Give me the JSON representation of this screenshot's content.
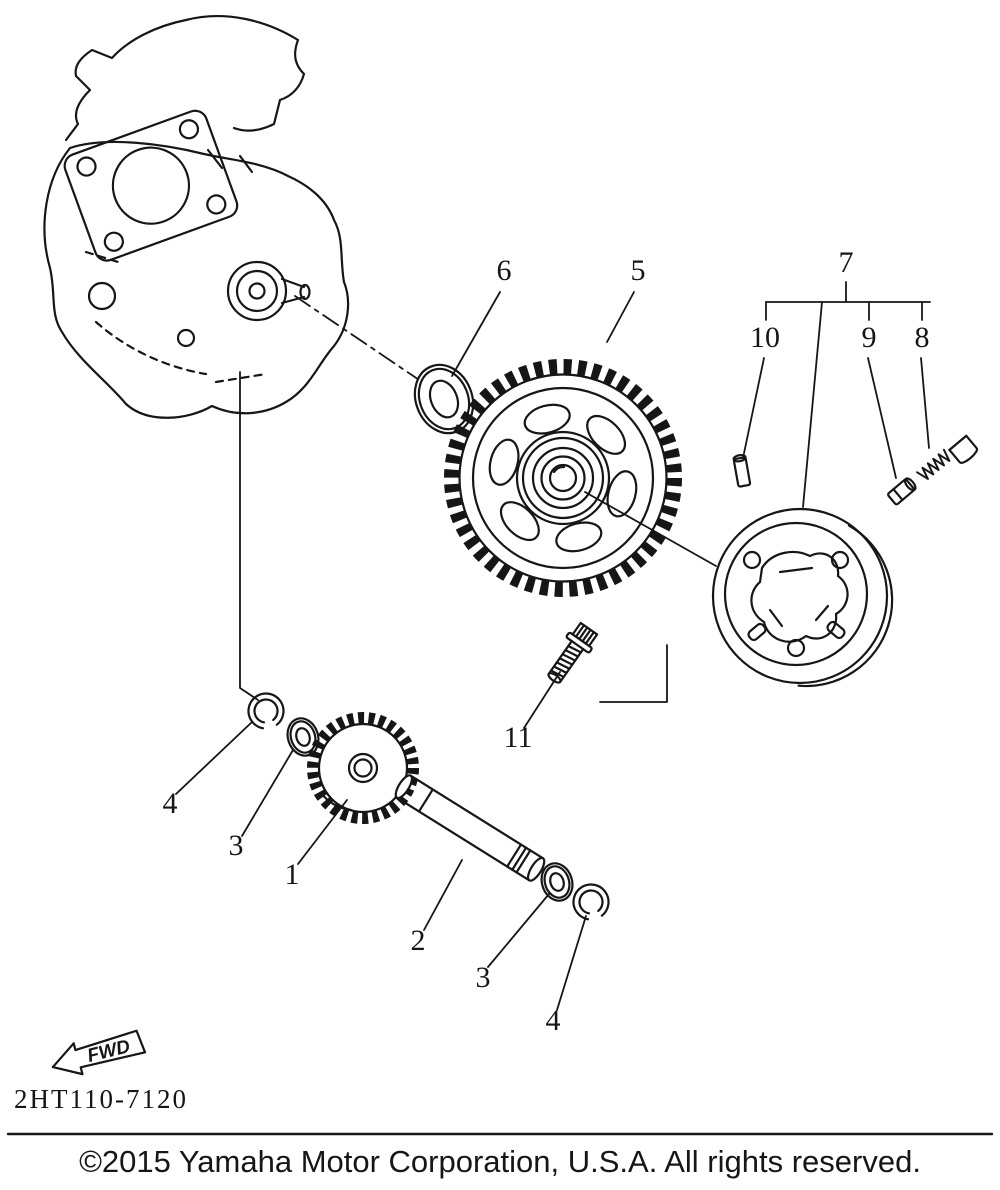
{
  "diagram": {
    "callouts": {
      "n1": "1",
      "n2": "2",
      "n3": "3",
      "n4": "4",
      "n5": "5",
      "n6": "6",
      "n7": "7",
      "n8": "8",
      "n9": "9",
      "n10": "10",
      "n11": "11"
    },
    "fwd_label": "FWD",
    "part_code": "2HT110-7120"
  },
  "footer": {
    "copyright": "©2015 Yamaha Motor Corporation, U.S.A. All rights reserved."
  },
  "icons": {
    "fwd_arrow": "left-block-arrow"
  },
  "colors": {
    "ink": "#161616",
    "background": "#ffffff"
  }
}
